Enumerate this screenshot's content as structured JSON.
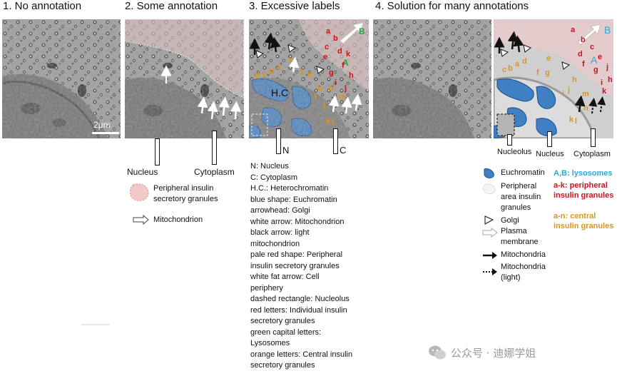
{
  "titles": {
    "p1": "1. No annotation",
    "p2": "2. Some annotation",
    "p3": "3. Excessive labels",
    "p4": "4. Solution for many annotations"
  },
  "panel1": {
    "scale_bar": "2μm"
  },
  "panel2": {
    "labels": {
      "nucleus": "Nucleus",
      "cytoplasm": "Cytoplasm"
    },
    "legend": {
      "insulin": "Peripheral insulin secretory granules",
      "mitochondrion": "Mitochondrion"
    }
  },
  "panel3": {
    "overlay": {
      "B": "B",
      "A": "A",
      "HC": "H.C",
      "red": [
        "a",
        "b",
        "c",
        "d",
        "e",
        "f",
        "g",
        "h",
        "i",
        "j",
        "k"
      ],
      "orange": [
        "a",
        "b",
        "c",
        "d",
        "e",
        "f",
        "g",
        "h",
        "i",
        "j",
        "k",
        "l",
        "m",
        "n"
      ]
    },
    "callouts": {
      "N": "N",
      "C": "C"
    },
    "description": [
      "N: Nucleus",
      "C: Cytoplasm",
      "H.C.: Heterochromatin",
      "blue shape: Euchromatin",
      "arrowhead: Golgi",
      "white arrow: Mitochondrion",
      "black arrow: light",
      "mitochondrion",
      "pale red shape: Peripheral",
      "insulin secretory granules",
      "white fat arrow: Cell",
      "periphery",
      "dashed rectangle: Nucleolus",
      "red letters: Individual insulin",
      "secretory granules",
      "green capital letters:",
      "Lysosomes",
      "orange letters: Central insulin",
      "secretory granules"
    ]
  },
  "panel4": {
    "overlay": {
      "B": "B",
      "A": "A",
      "red": [
        "a",
        "b",
        "c",
        "d",
        "e",
        "f",
        "g",
        "h",
        "i",
        "j",
        "k"
      ],
      "orange": [
        "a",
        "b",
        "c",
        "d",
        "e",
        "f",
        "g",
        "h",
        "i",
        "j",
        "k",
        "l",
        "m",
        "n"
      ]
    },
    "labels": {
      "nucleolus": "Nucleolus",
      "nucleus": "Nucleus",
      "cytoplasm": "Cytoplasm"
    },
    "legend": {
      "euchromatin": "Euchromatin",
      "peripheral": "Peripheral area insulin granules",
      "golgi": "Golgi",
      "plasma": "Plasma membrane",
      "mitochondria": "Mitochondria",
      "mitochondria_light": "Mitochondria (light)"
    },
    "categories": {
      "lysosomes": "A,B: lysosomes",
      "peripheral": "a-k: peripheral insulin granules",
      "central": "a-n: central insulin granules"
    }
  },
  "colors": {
    "red": "#c8141c",
    "orange": "#d9961a",
    "green": "#27a347",
    "cyan": "#27a9e1",
    "euchromatin_blue": "#3f7fc4",
    "insulin_pink": "#f2c9c9"
  },
  "watermark": "公众号 · 迪娜学姐"
}
